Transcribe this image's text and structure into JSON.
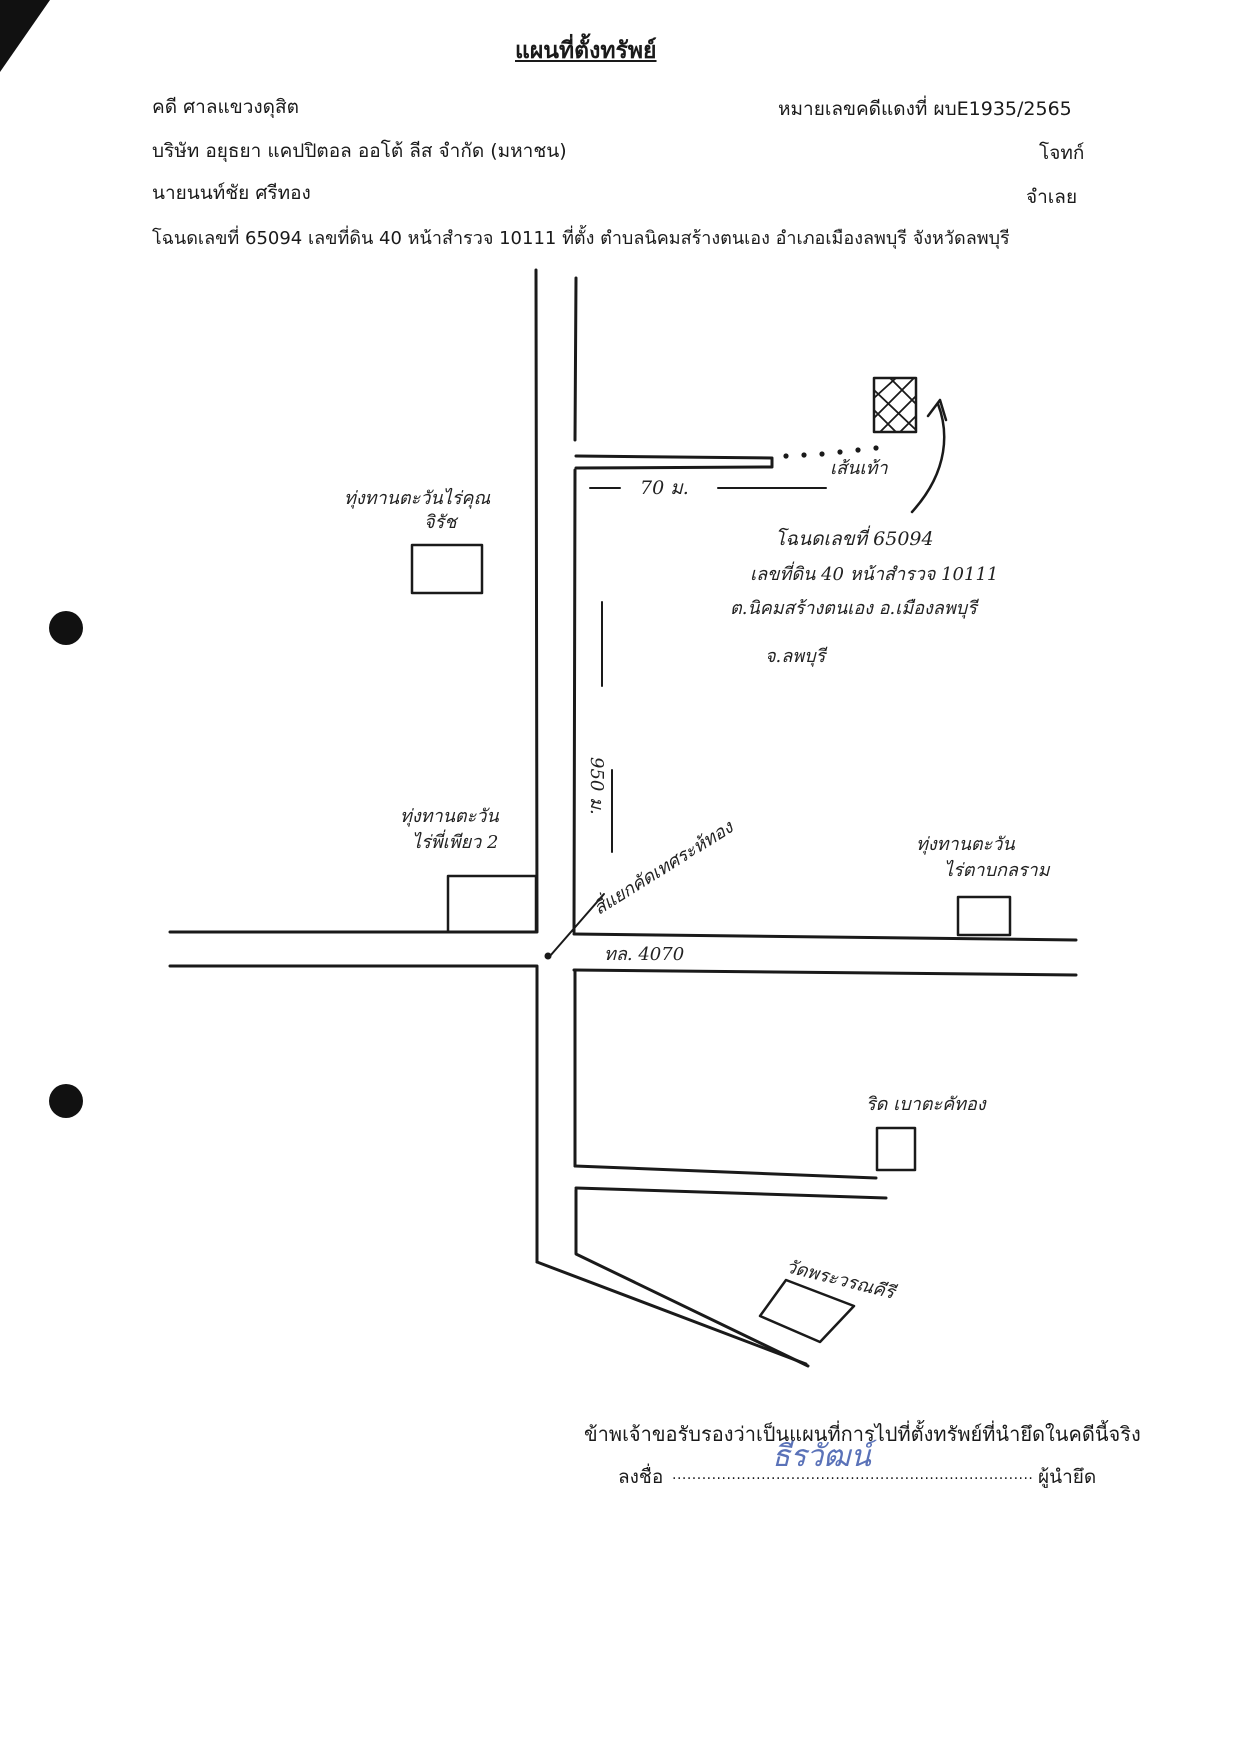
{
  "document": {
    "title": "แผนที่ตั้งทรัพย์",
    "header": {
      "court": "คดี ศาลแขวงดุสิต",
      "case_number": "หมายเลขคดีแดงที่ ผบE1935/2565",
      "plaintiff_name": "บริษัท อยุธยา แคปปิตอล ออโต้ ลีส จำกัด (มหาชน)",
      "plaintiff_role": "โจทก์",
      "defendant_name": "นายนนท์ชัย ศรีทอง",
      "defendant_role": "จำเลย",
      "deed_line": "โฉนดเลขที่ 65094 เลขที่ดิน 40 หน้าสำรวจ 10111 ที่ตั้ง ตำบลนิคมสร้างตนเอง อำเภอเมืองลพบุรี จังหวัดลพบุรี"
    },
    "footer": {
      "certify": "ข้าพเจ้าขอรับรองว่าเป็นแผนที่การไปที่ตั้งทรัพย์ที่นำยึดในคดีนี้จริง",
      "sign_label": "ลงชื่อ",
      "sign_dots": "................................................................................",
      "signature": "ธีรวัฒน์",
      "signer_role": "ผู้นำยึด"
    }
  },
  "map": {
    "labels": {
      "landmark_nw": [
        "ทุ่งทานตะวันไร่คุณ",
        "จิรัช"
      ],
      "distance_top": "70 ม.",
      "footpath": "เส้นเท้า",
      "property": [
        "โฉนดเลขที่ 65094",
        "เลขที่ดิน 40 หน้าสำรวจ 10111",
        "ต.นิคมสร้างตนเอง อ.เมืองลพบุรี",
        "จ.ลพบุรี"
      ],
      "distance_vertical": "950 ม.",
      "landmark_w": [
        "ทุ่งทานตะวัน",
        "ไร่พี่เพียว 2"
      ],
      "intersection": "สี่แยกคัดเทศระห้ทอง",
      "landmark_e": [
        "ทุ่งทานตะวัน",
        "ไร่ตาบกลราม"
      ],
      "highway": "ทล. 4070",
      "landmark_se": "ริด เบาตะคัทอง",
      "temple": "วัดพระวรณคีรี"
    }
  }
}
